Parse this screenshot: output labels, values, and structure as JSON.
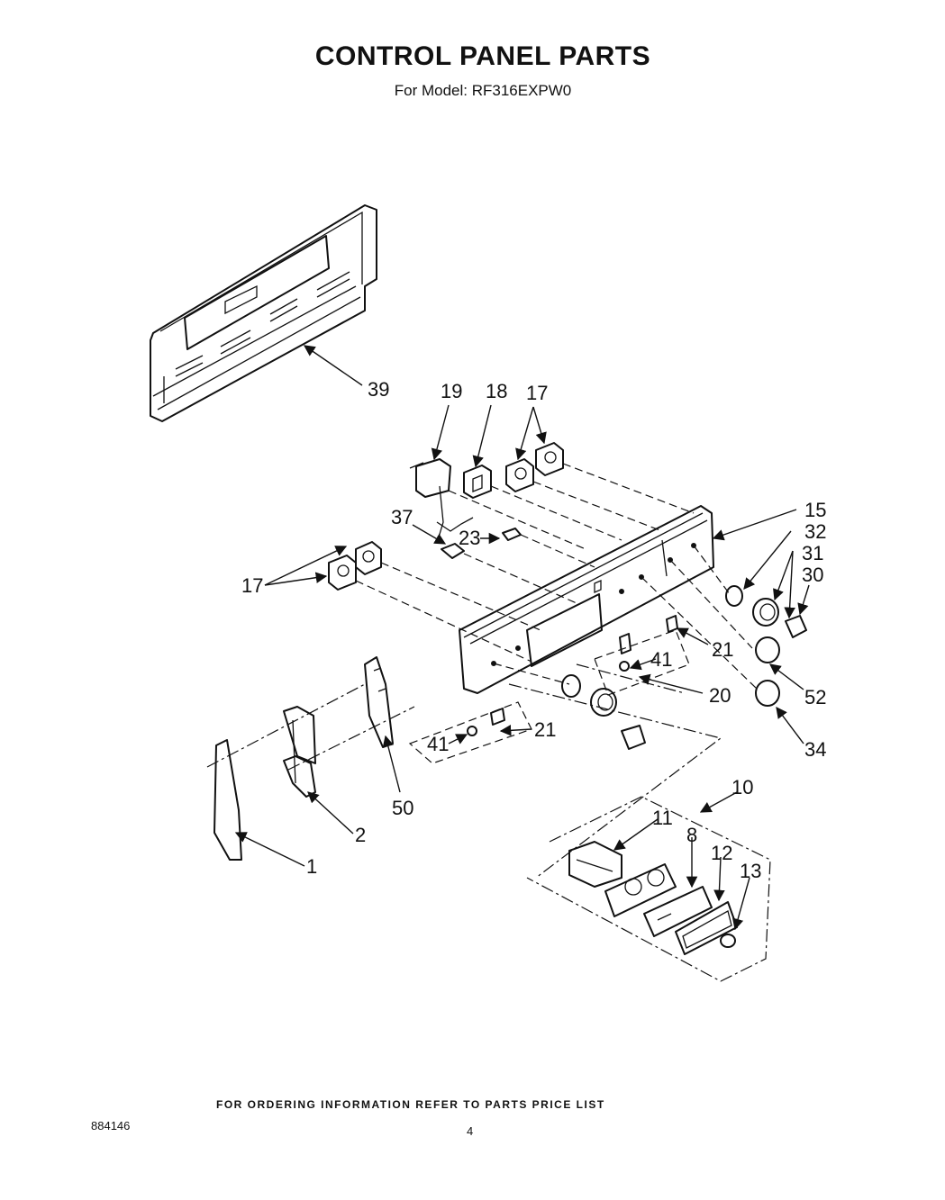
{
  "header": {
    "title": "CONTROL PANEL PARTS",
    "subtitle": "For Model: RF316EXPW0"
  },
  "callouts": {
    "c39": "39",
    "c19": "19",
    "c18": "18",
    "c17a": "17",
    "c15": "15",
    "c32": "32",
    "c31": "31",
    "c30": "30",
    "c37": "37",
    "c23": "23",
    "c17b": "17",
    "c21a": "21",
    "c41a": "41",
    "c20": "20",
    "c52": "52",
    "c34": "34",
    "c41b": "41",
    "c21b": "21",
    "c50": "50",
    "c2": "2",
    "c1": "1",
    "c10": "10",
    "c11": "11",
    "c8": "8",
    "c12": "12",
    "c13": "13"
  },
  "footer": {
    "ordering_note": "FOR ORDERING INFORMATION REFER TO PARTS PRICE LIST",
    "document_number": "884146",
    "page_number": "4"
  }
}
